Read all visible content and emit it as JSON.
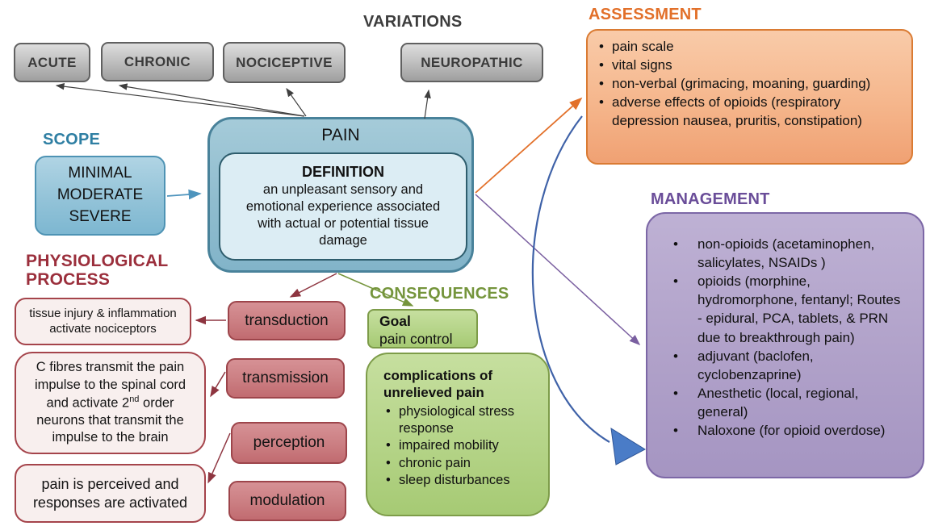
{
  "headings": {
    "variations": "VARIATIONS",
    "assessment": "ASSESSMENT",
    "management": "MANAGEMENT",
    "scope": "SCOPE",
    "physiological_process": "PHYSIOLOGICAL PROCESS",
    "consequences": "CONSEQUENCES"
  },
  "variations": {
    "items": [
      "ACUTE",
      "CHRONIC",
      "NOCICEPTIVE",
      "NEUROPATHIC"
    ]
  },
  "pain": {
    "label": "PAIN",
    "definition_title": "DEFINITION",
    "definition_text": "an unpleasant sensory and emotional experience associated with actual or potential tissue damage"
  },
  "scope": {
    "levels": [
      "MINIMAL",
      "MODERATE",
      "SEVERE"
    ]
  },
  "assessment": {
    "items": [
      "pain scale",
      "vital signs",
      "non-verbal (grimacing, moaning, guarding)",
      "adverse effects of opioids (respiratory depression nausea, pruritis, constipation)"
    ]
  },
  "management": {
    "items": [
      "non-opioids (acetaminophen, salicylates, NSAIDs )",
      "opioids (morphine, hydromorphone, fentanyl; Routes - epidural, PCA, tablets, & PRN due to breakthrough pain)",
      "adjuvant (baclofen, cyclobenzaprine)",
      "Anesthetic (local, regional, general)",
      "Naloxone (for opioid overdose)"
    ]
  },
  "consequences": {
    "goal_label": "Goal",
    "goal_text": "pain control",
    "complications_title": "complications of unrelieved pain",
    "items": [
      "physiological stress response",
      "impaired mobility",
      "chronic pain",
      "sleep disturbances"
    ]
  },
  "physiological_process": {
    "steps": [
      "transduction",
      "transmission",
      "perception",
      "modulation"
    ],
    "descriptions": {
      "transduction": "tissue injury & inflammation activate nociceptors",
      "transmission_before": "C fibres transmit the pain impulse to the spinal cord and activate 2",
      "transmission_sup": "nd",
      "transmission_after": " order neurons that transmit the impulse to the brain",
      "perception_modulation": "pain is perceived and responses are activated"
    }
  },
  "colors": {
    "variations_accent": "#3d3d3d",
    "assessment_accent": "#e2702a",
    "management_accent": "#6a4d99",
    "scope_accent": "#2f7fa3",
    "physiological_accent": "#9b2f3c",
    "consequences_accent": "#75953c",
    "flow_arrow_blue": "#4a7cc7",
    "process_arrow_red": "#8e3540"
  }
}
